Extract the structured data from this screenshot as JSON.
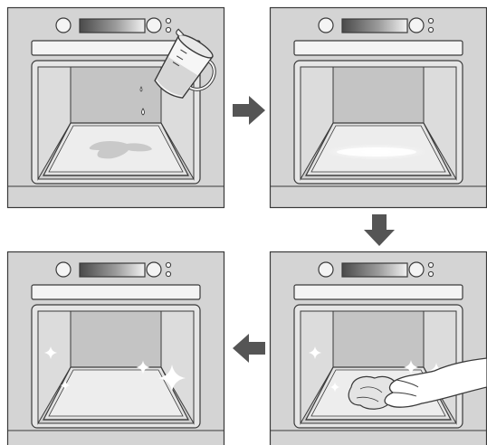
{
  "diagram": {
    "colors": {
      "oven_body": "#d4d4d4",
      "oven_panel": "#e6e6e6",
      "outline": "#3a3a3a",
      "display_dark": "#4a4a4a",
      "display_light": "#f2f2f2",
      "cavity_back": "#c4c4c4",
      "cavity_side": "#dcdcdc",
      "tray": "#e6e6e6",
      "arrow": "#555555",
      "water": "#c9c9c9",
      "sparkle": "#ffffff"
    },
    "steps": [
      {
        "step": 1,
        "action": "pour-water-into-cavity"
      },
      {
        "step": 2,
        "action": "water-spread-on-tray"
      },
      {
        "step": 3,
        "action": "wipe-with-cloth"
      },
      {
        "step": 4,
        "action": "clean-result"
      }
    ],
    "arrows": [
      {
        "from": 1,
        "to": 2,
        "direction": "right"
      },
      {
        "from": 2,
        "to": 3,
        "direction": "down"
      },
      {
        "from": 3,
        "to": 4,
        "direction": "left"
      }
    ]
  }
}
